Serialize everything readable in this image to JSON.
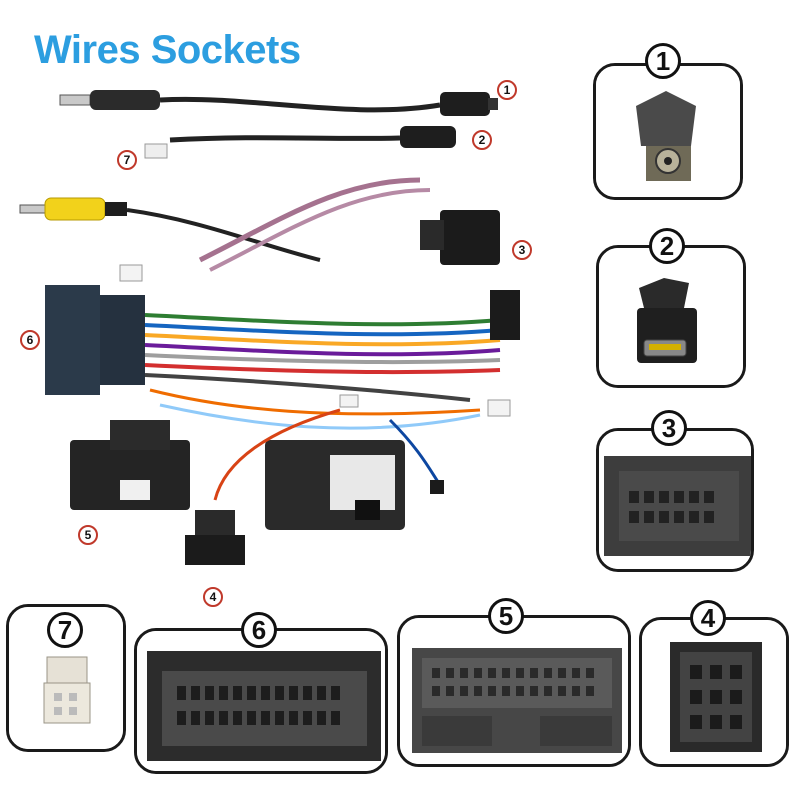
{
  "title": "Wires Sockets",
  "main_callouts": {
    "c1": "1",
    "c2": "2",
    "c3": "3",
    "c4": "4",
    "c5": "5",
    "c6": "6",
    "c7": "7"
  },
  "panels": {
    "p1": "1",
    "p2": "2",
    "p3": "3",
    "p4": "4",
    "p5": "5",
    "p6": "6",
    "p7": "7"
  }
}
